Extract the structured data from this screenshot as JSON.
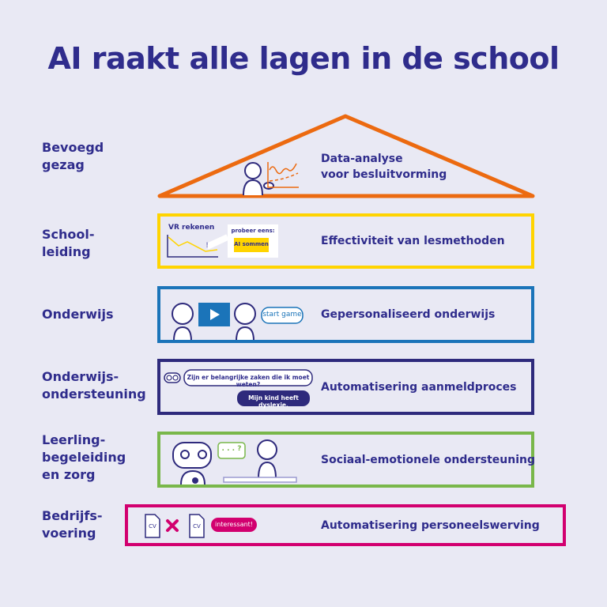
{
  "title": "AI raakt alle lagen in de school",
  "colors": {
    "background": "#e9e9f4",
    "text": "#2f2c8c",
    "roof": "#ec6a10",
    "yellow": "#ffd400",
    "blue": "#1b74b9",
    "navy": "#2e2a7c",
    "green": "#79b74a",
    "magenta": "#d2006f"
  },
  "layers": [
    {
      "label": "Bevoegd\ngezag",
      "description": "Data-analyse\nvoor besluitvorming",
      "color": "#ec6a10"
    },
    {
      "label": "School-\nleiding",
      "description": "Effectiviteit van lesmethoden",
      "color": "#ffd400",
      "chart_title": "VR rekenen",
      "chart_mark": "!",
      "suggestion_label": "probeer eens:",
      "suggestion_button": "AI sommen"
    },
    {
      "label": "Onderwijs",
      "description": "Gepersonaliseerd onderwijs",
      "color": "#1b74b9",
      "button": "start game",
      "icon": "play-icon"
    },
    {
      "label": "Onderwijs-\nondersteuning",
      "description": "Automatisering aanmeldproces",
      "color": "#2e2a7c",
      "bot_message": "Zijn er belangrijke zaken die ik moet weten?",
      "user_message": "Mijn kind heeft dyslexie."
    },
    {
      "label": "Leerling-\nbegeleiding\nen zorg",
      "description": "Sociaal-emotionele ondersteuning",
      "color": "#79b74a",
      "bubble": ". . . ?"
    },
    {
      "label": "Bedrijfs-\nvoering",
      "description": "Automatisering personeelswerving",
      "color": "#d2006f",
      "doc1": "CV",
      "doc2": "CV",
      "badge": "interessant!"
    }
  ]
}
